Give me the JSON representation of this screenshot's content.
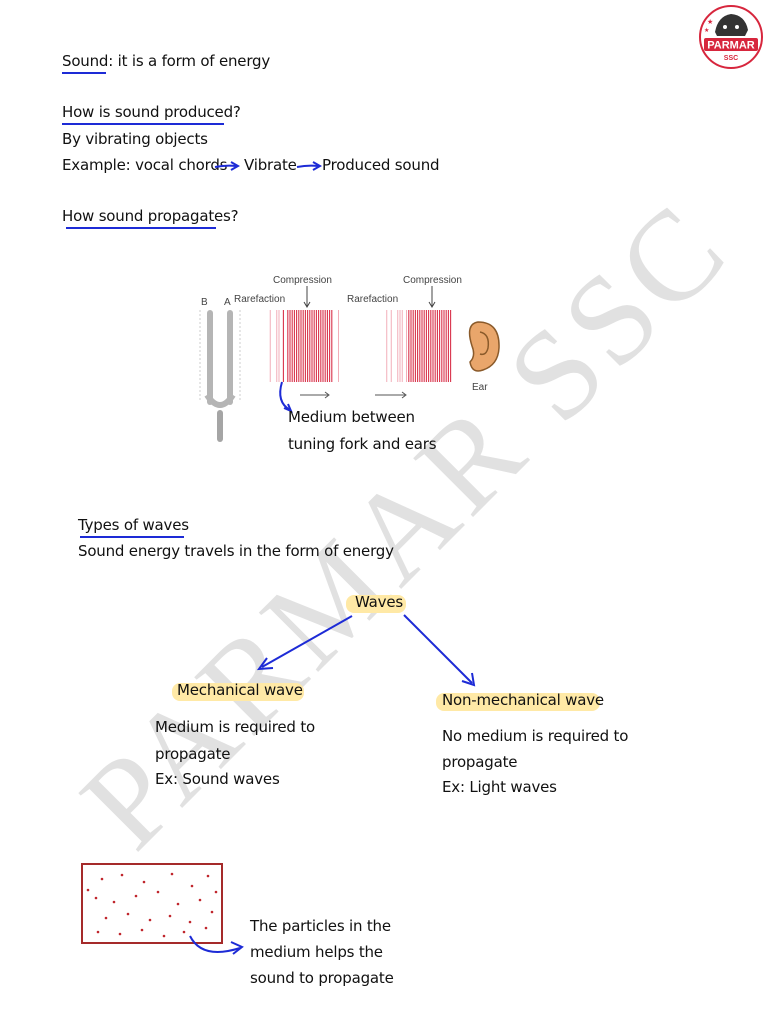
{
  "logo": {
    "text": "PARMAR",
    "subtext": "SSC"
  },
  "watermark": "PARMAR SSC",
  "intro": {
    "term": "Sound",
    "rest": ": it is a form of energy"
  },
  "produced": {
    "heading": "How is sound produced?",
    "line1": "By vibrating objects",
    "example_label": "Example: vocal chords",
    "step1": "Vibrate",
    "step2": "Produced sound"
  },
  "propagates": {
    "heading": "How sound propagates?"
  },
  "diagram": {
    "fork_b": "B",
    "fork_a": "A",
    "compression1": "Compression",
    "compression2": "Compression",
    "rarefaction1": "Rarefaction",
    "rarefaction2": "Rarefaction",
    "ear_label": "Ear",
    "note_line1": "Medium between",
    "note_line2": "tuning fork and ears"
  },
  "types": {
    "heading": "Types of waves",
    "line1": "Sound energy travels in the form of energy",
    "root": "Waves",
    "mechanical": {
      "title": "Mechanical wave",
      "line1": "Medium is required to",
      "line2": "propagate",
      "example": "Ex: Sound waves"
    },
    "non_mechanical": {
      "title": "Non-mechanical wave",
      "line1": "No medium is required to",
      "line2": "propagate",
      "example": "Ex: Light waves"
    }
  },
  "particles": {
    "line1": "The particles in the",
    "line2": "medium helps the",
    "line3": "sound to propagate"
  },
  "colors": {
    "ink_blue": "#1d2bd6",
    "highlight": "#ffe9a6",
    "particle_red": "#c0262c",
    "logo_red": "#d7263d"
  }
}
